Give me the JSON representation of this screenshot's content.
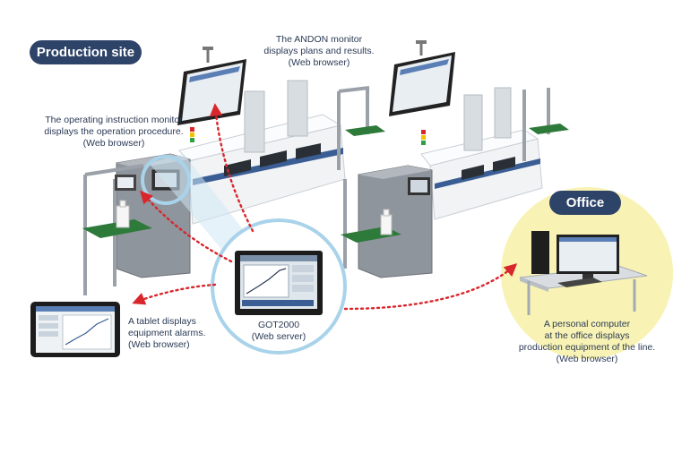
{
  "labels": {
    "production_site": "Production site",
    "office": "Office"
  },
  "captions": {
    "andon": [
      "The ANDON monitor",
      "displays plans and results.",
      "(Web browser)"
    ],
    "operating": [
      "The operating instruction monitor",
      "displays the operation procedure.",
      "(Web browser)"
    ],
    "tablet": [
      "A tablet displays",
      "equipment alarms.",
      "(Web browser)"
    ],
    "got": [
      "GOT2000",
      "(Web server)"
    ],
    "pc": [
      "A personal computer",
      "at the office displays",
      "production equipment of the line.",
      "(Web browser)"
    ]
  },
  "colors": {
    "pill": "#2e4368",
    "office_bg": "#f8f3b4",
    "arrow": "#d9262c",
    "hub_ring": "#a9d3ea",
    "text": "#2b3a55"
  }
}
